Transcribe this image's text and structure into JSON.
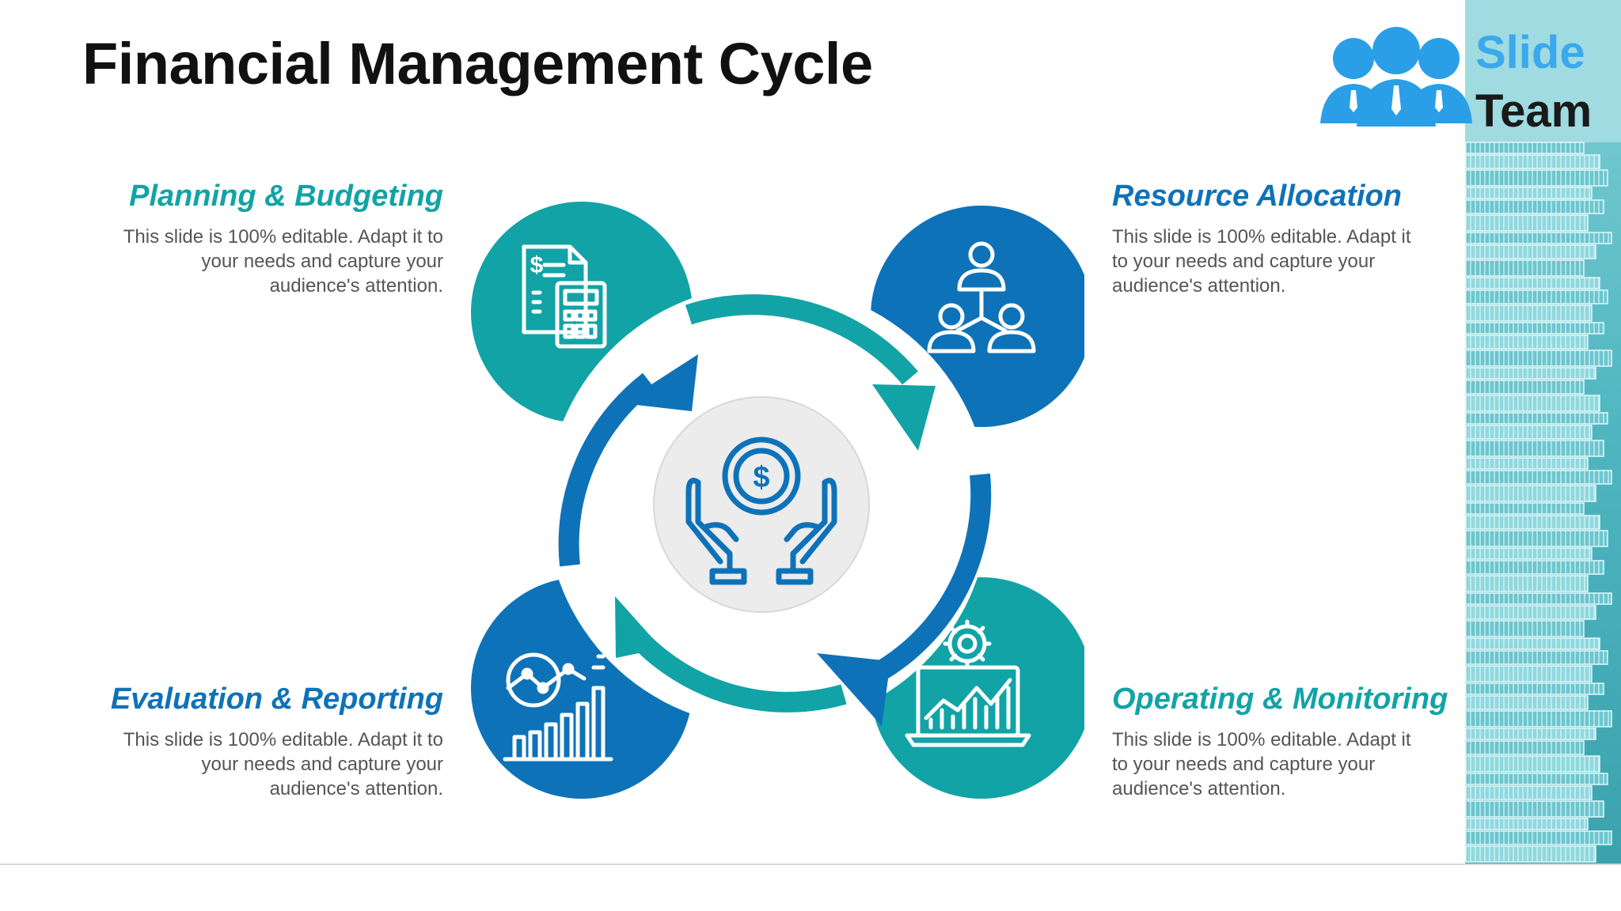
{
  "title": "Financial Management Cycle",
  "logo": {
    "line1": "Slide",
    "line2": "Team"
  },
  "colors": {
    "teal": "#12a3a6",
    "blue": "#0e72b8",
    "center": "#ececec"
  },
  "steps": [
    {
      "title": "Planning & Budgeting",
      "description": "This slide is 100% editable. Adapt it to your needs and capture your audience's attention.",
      "icon": "calculator-invoice-icon",
      "color": "teal"
    },
    {
      "title": "Resource Allocation",
      "description": "This slide is 100% editable. Adapt it to your needs and capture your audience's attention.",
      "icon": "team-hierarchy-icon",
      "color": "blue"
    },
    {
      "title": "Operating & Monitoring",
      "description": "This slide is 100% editable. Adapt it to your needs and capture your audience's attention.",
      "icon": "monitor-gear-chart-icon",
      "color": "teal"
    },
    {
      "title": "Evaluation & Reporting",
      "description": "This slide is 100% editable. Adapt it to your needs and capture your audience's attention.",
      "icon": "analytics-chart-icon",
      "color": "blue"
    }
  ],
  "center_icon": "hands-coin-dollar-icon",
  "center_symbol": "$"
}
